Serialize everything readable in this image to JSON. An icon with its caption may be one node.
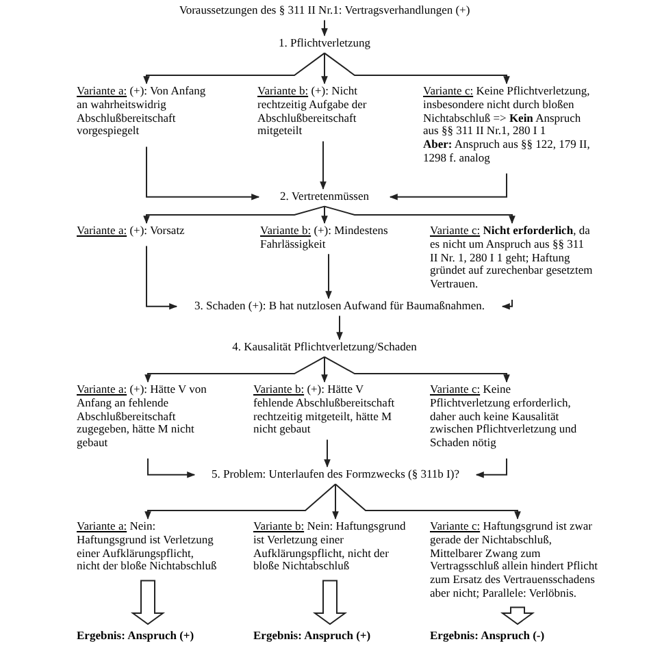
{
  "diagram": {
    "nodes": [
      {
        "text": [
          "Voraussetzungen des § 311 II Nr.1: Vertragsverhandlungen (+)"
        ]
      },
      {
        "text": [
          "1. Pflichtverletzung"
        ]
      },
      {
        "text": [
          "Variante a:",
          "(+): Von Anfang an wahrheitswidrig Abschlußbereitschaft vorgespiegelt"
        ]
      },
      {
        "text": [
          "Variante b:",
          "(+): Nicht rechtzeitig Aufgabe der Abschlußbereitschaft mitgeteilt"
        ]
      },
      {
        "text": [
          "Variante c:",
          "Keine Pflichtverletzung, insbesondere nicht durch bloßen Nichtabschluß => **Kein** Anspruch aus §§ 311 II Nr.1, 280 I 1",
          "**Aber:** Anspruch aus §§ 122, 179 II, 1298 f. analog"
        ]
      },
      {
        "text": [
          "2. Vertretenmüssen"
        ]
      },
      {
        "text": [
          "Variante a:",
          "(+): Vorsatz"
        ]
      },
      {
        "text": [
          "Variante b:",
          "(+): Mindestens Fahrlässigkeit"
        ]
      },
      {
        "text": [
          "Variante c:",
          "**Nicht erforderlich**, da es nicht um Anspruch aus §§ 311 II Nr. 1, 280 I 1 geht; Haftung gründet auf zurechenbar gesetztem Vertrauen."
        ]
      },
      {
        "text": [
          "3. Schaden (+): B hat nutzlosen Aufwand für Baumaßnahmen."
        ]
      },
      {
        "text": [
          "4. Kausalität Pflichtverletzung/Schaden"
        ]
      },
      {
        "text": [
          "Variante a:",
          "(+): Hätte V von Anfang an fehlende Abschlußbereitschaft zugegeben, hätte M nicht gebaut"
        ]
      },
      {
        "text": [
          "Variante b:",
          "(+): Hätte V fehlende Abschlußbereitschaft rechtzeitig mitgeteilt, hätte M nicht gebaut"
        ]
      },
      {
        "text": [
          "Variante c:",
          "Keine Pflichtverletzung erforderlich, daher auch keine Kausalität zwischen Pflichtverletzung und Schaden nötig"
        ]
      },
      {
        "text": [
          "5. Problem: Unterlaufen des Formzwecks (§ 311b I)?"
        ]
      },
      {
        "text": [
          "Variante a:",
          "Nein: Haftungsgrund ist Verletzung einer Aufklärungspflicht, nicht der bloße Nichtabschluß"
        ]
      },
      {
        "text": [
          "Variante b:",
          "Nein: Haftungsgrund ist Verletzung einer Aufklärungspflicht, nicht der bloße Nichtabschluß"
        ]
      },
      {
        "text": [
          "Variante c:",
          "Haftungsgrund ist zwar gerade der Nichtabschluß, Mittelbarer Zwang zum Vertragsschluß allein hindert Pflicht zum Ersatz des Vertrauensschadens aber nicht; Parallele: Verlöbnis."
        ]
      },
      {
        "text": [
          "Ergebnis: Anspruch (+)"
        ]
      },
      {
        "text": [
          "Ergebnis: Anspruch (+)"
        ]
      },
      {
        "text": [
          "Ergebnis: Anspruch (-)"
        ]
      }
    ],
    "edges": [
      {
        "from": 0,
        "to": 1,
        "arrow": "to"
      },
      {
        "from": 1,
        "to": 2,
        "arrow": "to"
      },
      {
        "from": 1,
        "to": 3,
        "arrow": "to"
      },
      {
        "from": 1,
        "to": 4,
        "arrow": "to"
      },
      {
        "from": 2,
        "to": 5,
        "arrow": "to"
      },
      {
        "from": 3,
        "to": 5,
        "arrow": "to"
      },
      {
        "from": 4,
        "to": 5,
        "arrow": "to"
      },
      {
        "from": 5,
        "to": 6,
        "arrow": "to"
      },
      {
        "from": 5,
        "to": 7,
        "arrow": "to"
      },
      {
        "from": 5,
        "to": 8,
        "arrow": "to"
      },
      {
        "from": 6,
        "to": 9,
        "arrow": "to"
      },
      {
        "from": 7,
        "to": 9,
        "arrow": "to"
      },
      {
        "from": 8,
        "to": 9,
        "arrow": "to"
      },
      {
        "from": 9,
        "to": 10,
        "arrow": "to"
      },
      {
        "from": 10,
        "to": 11,
        "arrow": "to"
      },
      {
        "from": 10,
        "to": 12,
        "arrow": "to"
      },
      {
        "from": 10,
        "to": 13,
        "arrow": "to"
      },
      {
        "from": 11,
        "to": 14,
        "arrow": "to"
      },
      {
        "from": 12,
        "to": 14,
        "arrow": "to"
      },
      {
        "from": 13,
        "to": 14,
        "arrow": "to"
      },
      {
        "from": 14,
        "to": 15,
        "arrow": "to"
      },
      {
        "from": 14,
        "to": 16,
        "arrow": "to"
      },
      {
        "from": 14,
        "to": 17,
        "arrow": "to"
      },
      {
        "from": 15,
        "to": 18,
        "arrow": "to",
        "style": "thick"
      },
      {
        "from": 16,
        "to": 19,
        "arrow": "to",
        "style": "thick"
      },
      {
        "from": 17,
        "to": 20,
        "arrow": "to",
        "style": "thick"
      }
    ]
  }
}
